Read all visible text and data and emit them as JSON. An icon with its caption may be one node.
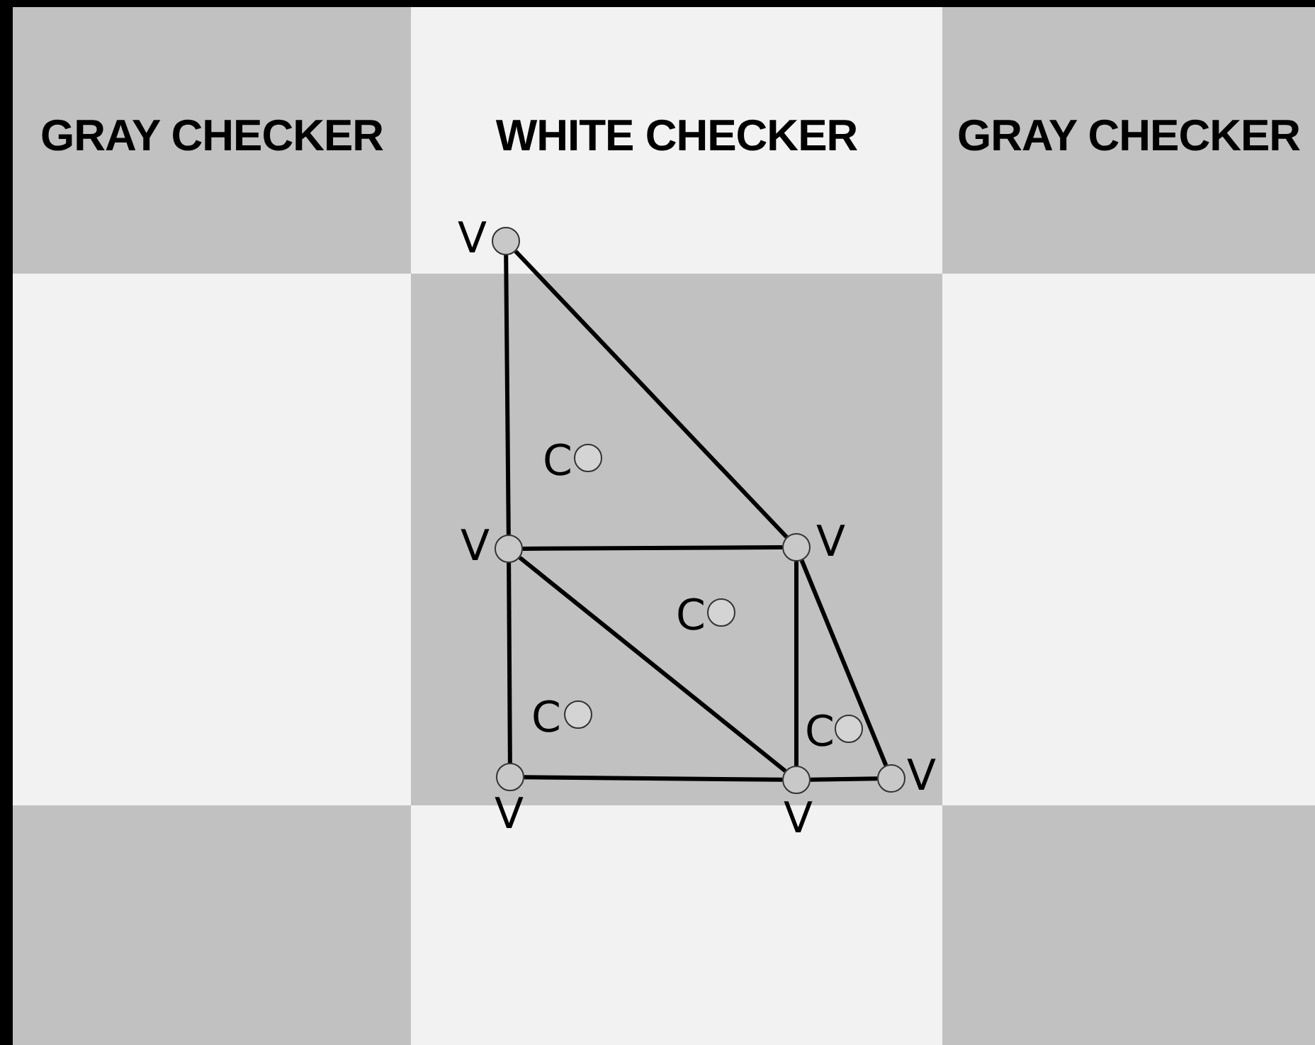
{
  "diagram": {
    "nodes": [
      {
        "text": [],
        "shape": "circle",
        "beside": [
          "V"
        ]
      },
      {
        "text": [],
        "shape": "circle",
        "beside": [
          "C"
        ]
      },
      {
        "text": [],
        "shape": "circle",
        "beside": [
          "V"
        ]
      },
      {
        "text": [],
        "shape": "circle",
        "beside": [
          "V"
        ]
      },
      {
        "text": [],
        "shape": "circle",
        "beside": [
          "C"
        ]
      },
      {
        "text": [],
        "shape": "circle",
        "beside": [
          "C"
        ]
      },
      {
        "text": [],
        "shape": "circle",
        "beside": [
          "C"
        ]
      },
      {
        "text": [],
        "shape": "circle",
        "beside": [
          "V"
        ]
      },
      {
        "text": [],
        "shape": "circle",
        "beside": [
          "V"
        ]
      },
      {
        "text": [],
        "shape": "circle",
        "beside": [
          "V"
        ]
      }
    ],
    "edges": [
      {
        "from": 0,
        "to": 2,
        "arrow": "none"
      },
      {
        "from": 0,
        "to": 3,
        "arrow": "none"
      },
      {
        "from": 2,
        "to": 3,
        "arrow": "none"
      },
      {
        "from": 2,
        "to": 7,
        "arrow": "none"
      },
      {
        "from": 2,
        "to": 8,
        "arrow": "none"
      },
      {
        "from": 3,
        "to": 8,
        "arrow": "none"
      },
      {
        "from": 3,
        "to": 9,
        "arrow": "none"
      },
      {
        "from": 7,
        "to": 8,
        "arrow": "none"
      },
      {
        "from": 8,
        "to": 9,
        "arrow": "none"
      }
    ],
    "labels": [
      "GRAY CHECKER",
      "WHITE CHECKER",
      "GRAY CHECKER"
    ]
  }
}
